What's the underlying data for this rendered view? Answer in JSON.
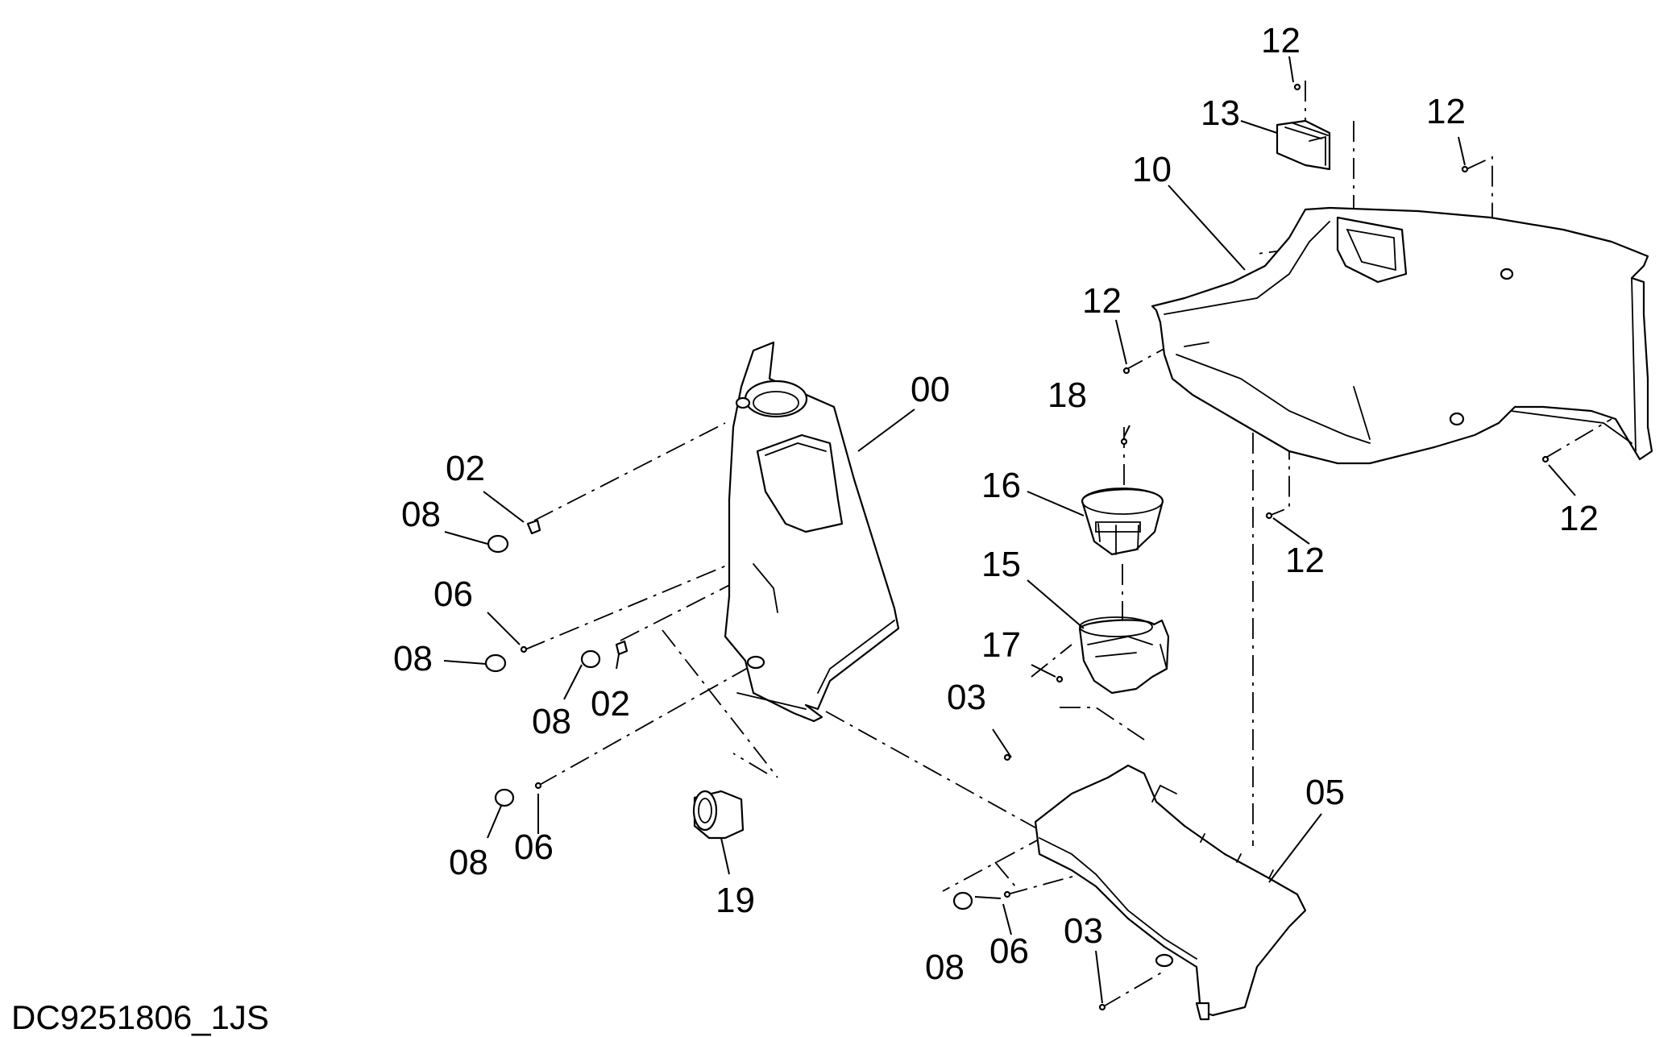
{
  "drawing_code": "DC9251806_1JS",
  "callouts": [
    {
      "id": "c00",
      "text": "00"
    },
    {
      "id": "c02a",
      "text": "02"
    },
    {
      "id": "c02b",
      "text": "02"
    },
    {
      "id": "c03a",
      "text": "03"
    },
    {
      "id": "c03b",
      "text": "03"
    },
    {
      "id": "c05",
      "text": "05"
    },
    {
      "id": "c06a",
      "text": "06"
    },
    {
      "id": "c06b",
      "text": "06"
    },
    {
      "id": "c06c",
      "text": "06"
    },
    {
      "id": "c08a",
      "text": "08"
    },
    {
      "id": "c08b",
      "text": "08"
    },
    {
      "id": "c08c",
      "text": "08"
    },
    {
      "id": "c08d",
      "text": "08"
    },
    {
      "id": "c08e",
      "text": "08"
    },
    {
      "id": "c10",
      "text": "10"
    },
    {
      "id": "c12a",
      "text": "12"
    },
    {
      "id": "c12b",
      "text": "12"
    },
    {
      "id": "c12c",
      "text": "12"
    },
    {
      "id": "c12d",
      "text": "12"
    },
    {
      "id": "c12e",
      "text": "12"
    },
    {
      "id": "c13",
      "text": "13"
    },
    {
      "id": "c15",
      "text": "15"
    },
    {
      "id": "c16",
      "text": "16"
    },
    {
      "id": "c17",
      "text": "17"
    },
    {
      "id": "c18",
      "text": "18"
    },
    {
      "id": "c19",
      "text": "19"
    }
  ]
}
